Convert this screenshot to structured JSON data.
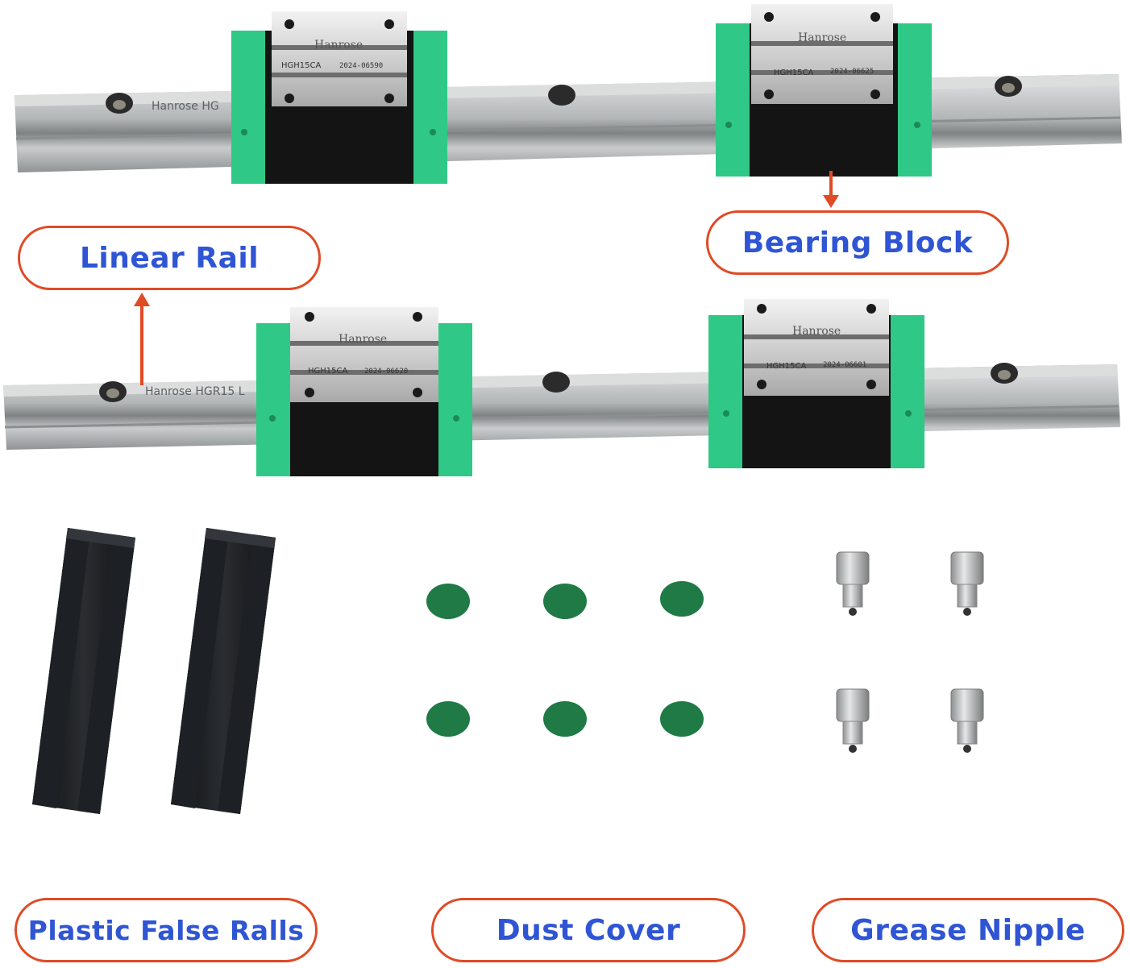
{
  "labels": {
    "linear_rail": "Linear Rail",
    "bearing_block": "Bearing Block",
    "plastic_false_rails": "Plastic False Ralls",
    "dust_cover": "Dust Cover",
    "grease_nipple": "Grease Nipple"
  },
  "rail_marking_top": "Hanrose  HG",
  "rail_marking_bottom": "Hanrose  HGR15 L",
  "blocks": [
    {
      "brand": "Hanrose",
      "model": "HGH15CA",
      "serial": "2024-06590"
    },
    {
      "brand": "Hanrose",
      "model": "HGH15CA",
      "serial": "2024-06625"
    },
    {
      "brand": "Hanrose",
      "model": "HGH15CA",
      "serial": "2024-06620"
    },
    {
      "brand": "Hanrose",
      "model": "HGH15CA",
      "serial": "2024-06601"
    }
  ],
  "colors": {
    "label_border": "#e04a25",
    "label_text": "#2f55d4",
    "block_green": "#2fc886",
    "block_black": "#141414",
    "rail_silver": "#b9bcbd",
    "dust_cover_green": "#1f7a45",
    "false_rail_black": "#17191c"
  }
}
